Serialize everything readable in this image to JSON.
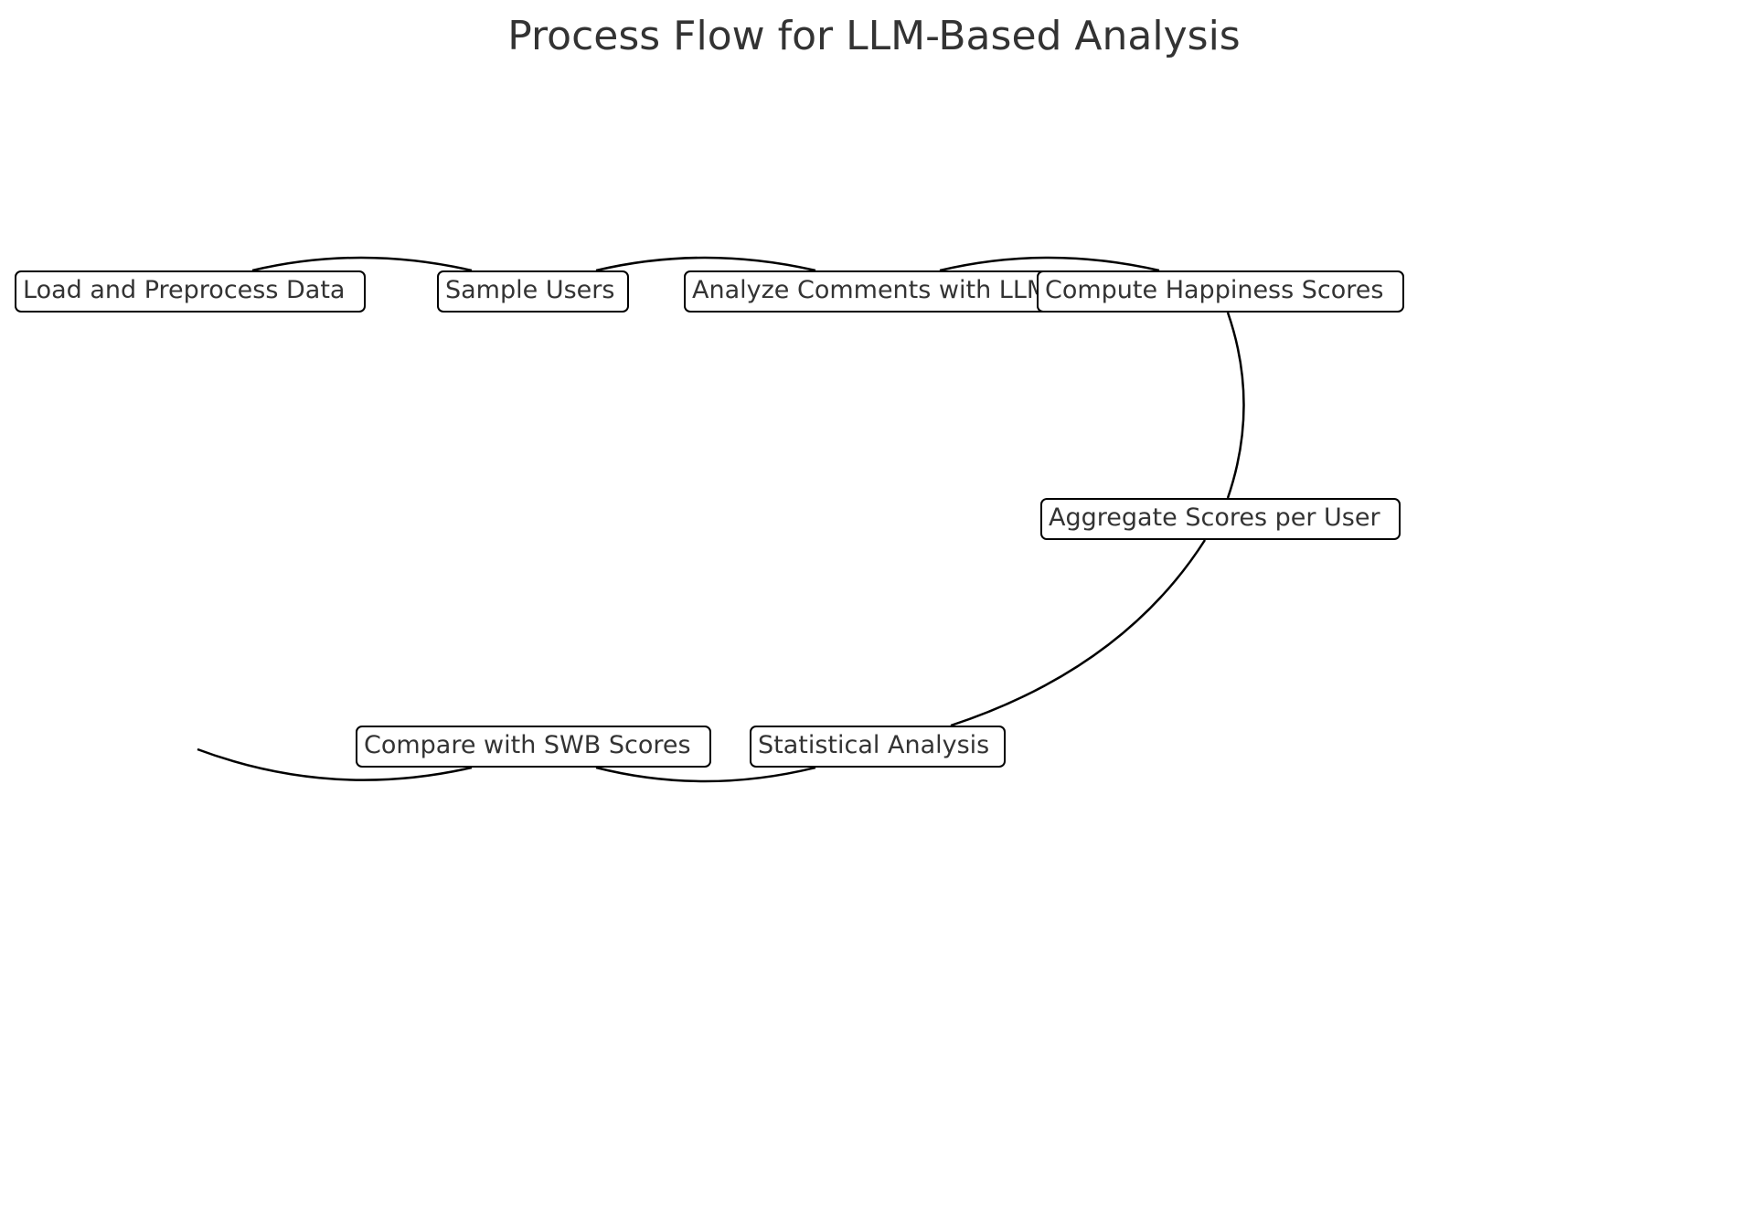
{
  "diagram": {
    "title": "Process Flow for LLM-Based Analysis",
    "steps": [
      "Load and Preprocess Data",
      "Sample Users",
      "Analyze Comments with LLM",
      "Compute Happiness Scores",
      "Aggregate Scores per User",
      "Statistical Analysis",
      "Compare with SWB Scores"
    ],
    "connectors": [
      {
        "from": "Load and Preprocess Data",
        "to": "Sample Users"
      },
      {
        "from": "Sample Users",
        "to": "Analyze Comments with LLM"
      },
      {
        "from": "Analyze Comments with LLM",
        "to": "Compute Happiness Scores"
      },
      {
        "from": "Compute Happiness Scores",
        "to": "Aggregate Scores per User"
      },
      {
        "from": "Aggregate Scores per User",
        "to": "Statistical Analysis"
      },
      {
        "from": "Statistical Analysis",
        "to": "Compare with SWB Scores"
      },
      {
        "from": "Compare with SWB Scores",
        "to": ""
      }
    ],
    "colors": {
      "text": "#333333",
      "line": "#000000",
      "box_fill": "#ffffff",
      "box_border": "#000000"
    }
  }
}
